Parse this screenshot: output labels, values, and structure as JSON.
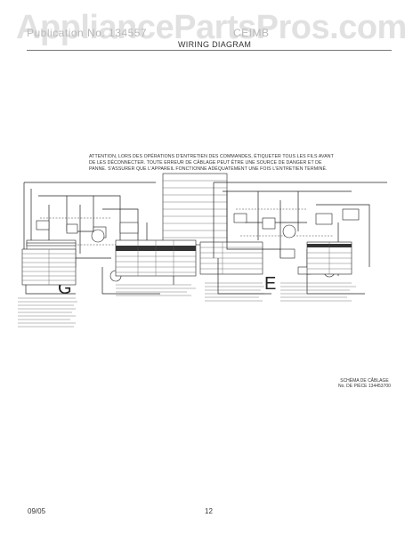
{
  "header": {
    "watermark": "AppliancePartsPros.com",
    "left": "Publication No. 134557",
    "right": "CEIMB",
    "title": "WIRING DIAGRAM"
  },
  "warning": "ATTENTION, LORS DES OPÉRATIONS D'ENTRETIEN DES COMMANDES, ÉTIQUETER TOUS LES FILS AVANT DE LES DÉCONNECTER. TOUTE ERREUR DE CÂBLAGE PEUT ÊTRE UNE SOURCE DE DANGER ET DE PANNE. S'ASSURER QUE L'APPAREIL FONCTIONNE ADÉQUATEMENT UNE FOIS L'ENTRETIEN TERMINÉ.",
  "panels": {
    "left_label": "G",
    "right_label": "E"
  },
  "schema": {
    "line1": "SCHÉMA DE CÂBLAGE",
    "line2": "No. DE PIÈCE 134453700"
  },
  "footer": {
    "date": "09/05",
    "page": "12"
  }
}
